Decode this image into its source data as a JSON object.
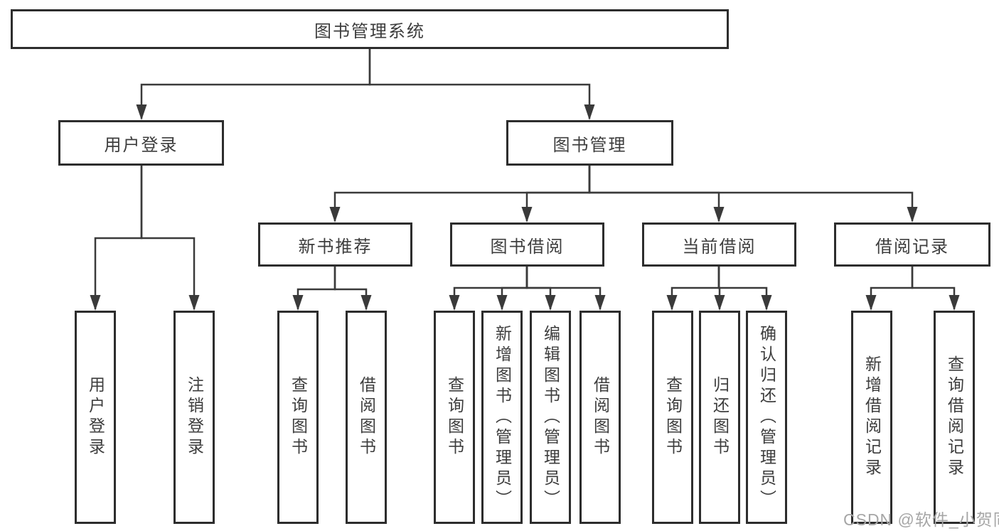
{
  "colors": {
    "line": "#3a3a3a",
    "box_border": "#2d2d2d",
    "text": "#3d3d3d",
    "watermark": "#a6a6a6",
    "background": "#ffffff"
  },
  "watermark": {
    "text": "CSDN @软件_小贺同学"
  },
  "diagram": {
    "root": {
      "label": "图书管理系统"
    },
    "branches": [
      {
        "label": "用户登录",
        "children": [
          {
            "label": "用户登录"
          },
          {
            "label": "注销登录"
          }
        ]
      },
      {
        "label": "图书管理",
        "children": [
          {
            "label": "新书推荐",
            "children": [
              {
                "label": "查询图书"
              },
              {
                "label": "借阅图书"
              }
            ]
          },
          {
            "label": "图书借阅",
            "children": [
              {
                "label": "查询图书"
              },
              {
                "label": "新增图书（管理员）"
              },
              {
                "label": "编辑图书（管理员）"
              },
              {
                "label": "借阅图书"
              }
            ]
          },
          {
            "label": "当前借阅",
            "children": [
              {
                "label": "查询图书"
              },
              {
                "label": "归还图书"
              },
              {
                "label": "确认归还（管理员）"
              }
            ]
          },
          {
            "label": "借阅记录",
            "children": [
              {
                "label": "新增借阅记录"
              },
              {
                "label": "查询借阅记录"
              }
            ]
          }
        ]
      }
    ]
  }
}
